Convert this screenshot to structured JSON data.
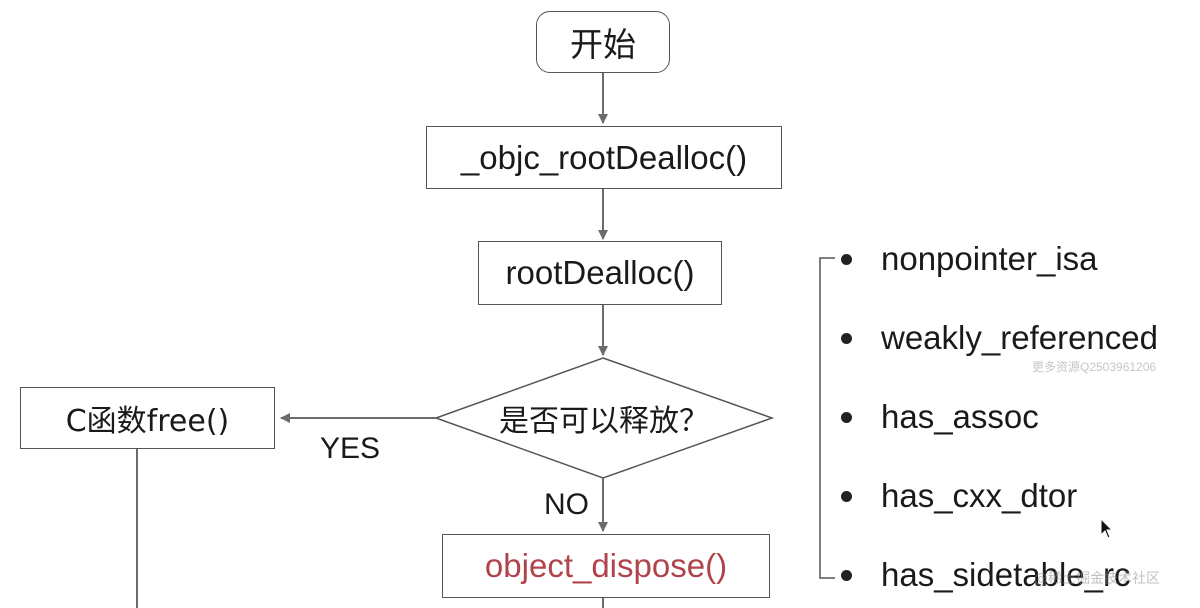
{
  "flowchart": {
    "start_label": "开始",
    "step1_label": "_objc_rootDealloc()",
    "step2_label": "rootDealloc()",
    "decision_label": "是否可以释放？",
    "yes_node_label": "C函数free()",
    "no_node_label": "object_dispose()",
    "yes_label": "YES",
    "no_label": "NO"
  },
  "flags": [
    "nonpointer_isa",
    "weakly_referenced",
    "has_assoc",
    "has_cxx_dtor",
    "has_sidetable_rc"
  ],
  "watermark": "更多资源Q2503961206",
  "bottom_watermark": "@稀土掘金技术社区",
  "colors": {
    "line": "#6b6b6b",
    "border": "#555555",
    "highlight_text": "#b0444c"
  },
  "icons": {
    "cursor": "mouse-pointer-icon",
    "bullet": "bullet-dot-icon"
  }
}
